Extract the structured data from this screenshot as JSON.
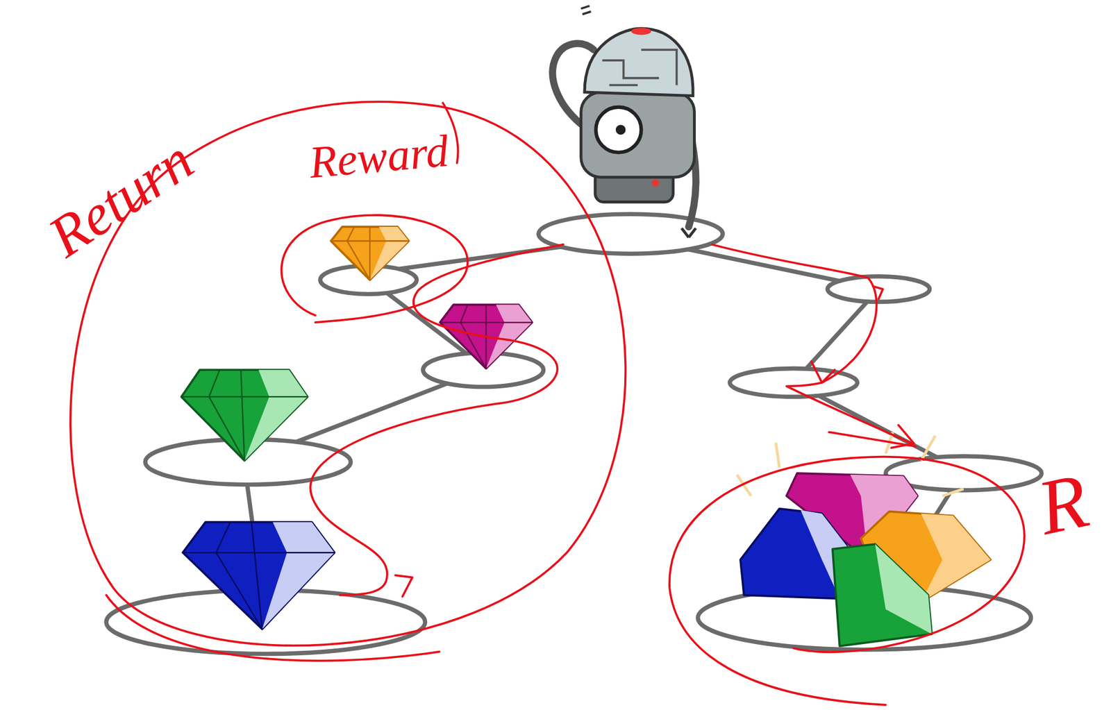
{
  "diagram": {
    "labels": [
      "Return",
      "Reward",
      "R"
    ]
  }
}
